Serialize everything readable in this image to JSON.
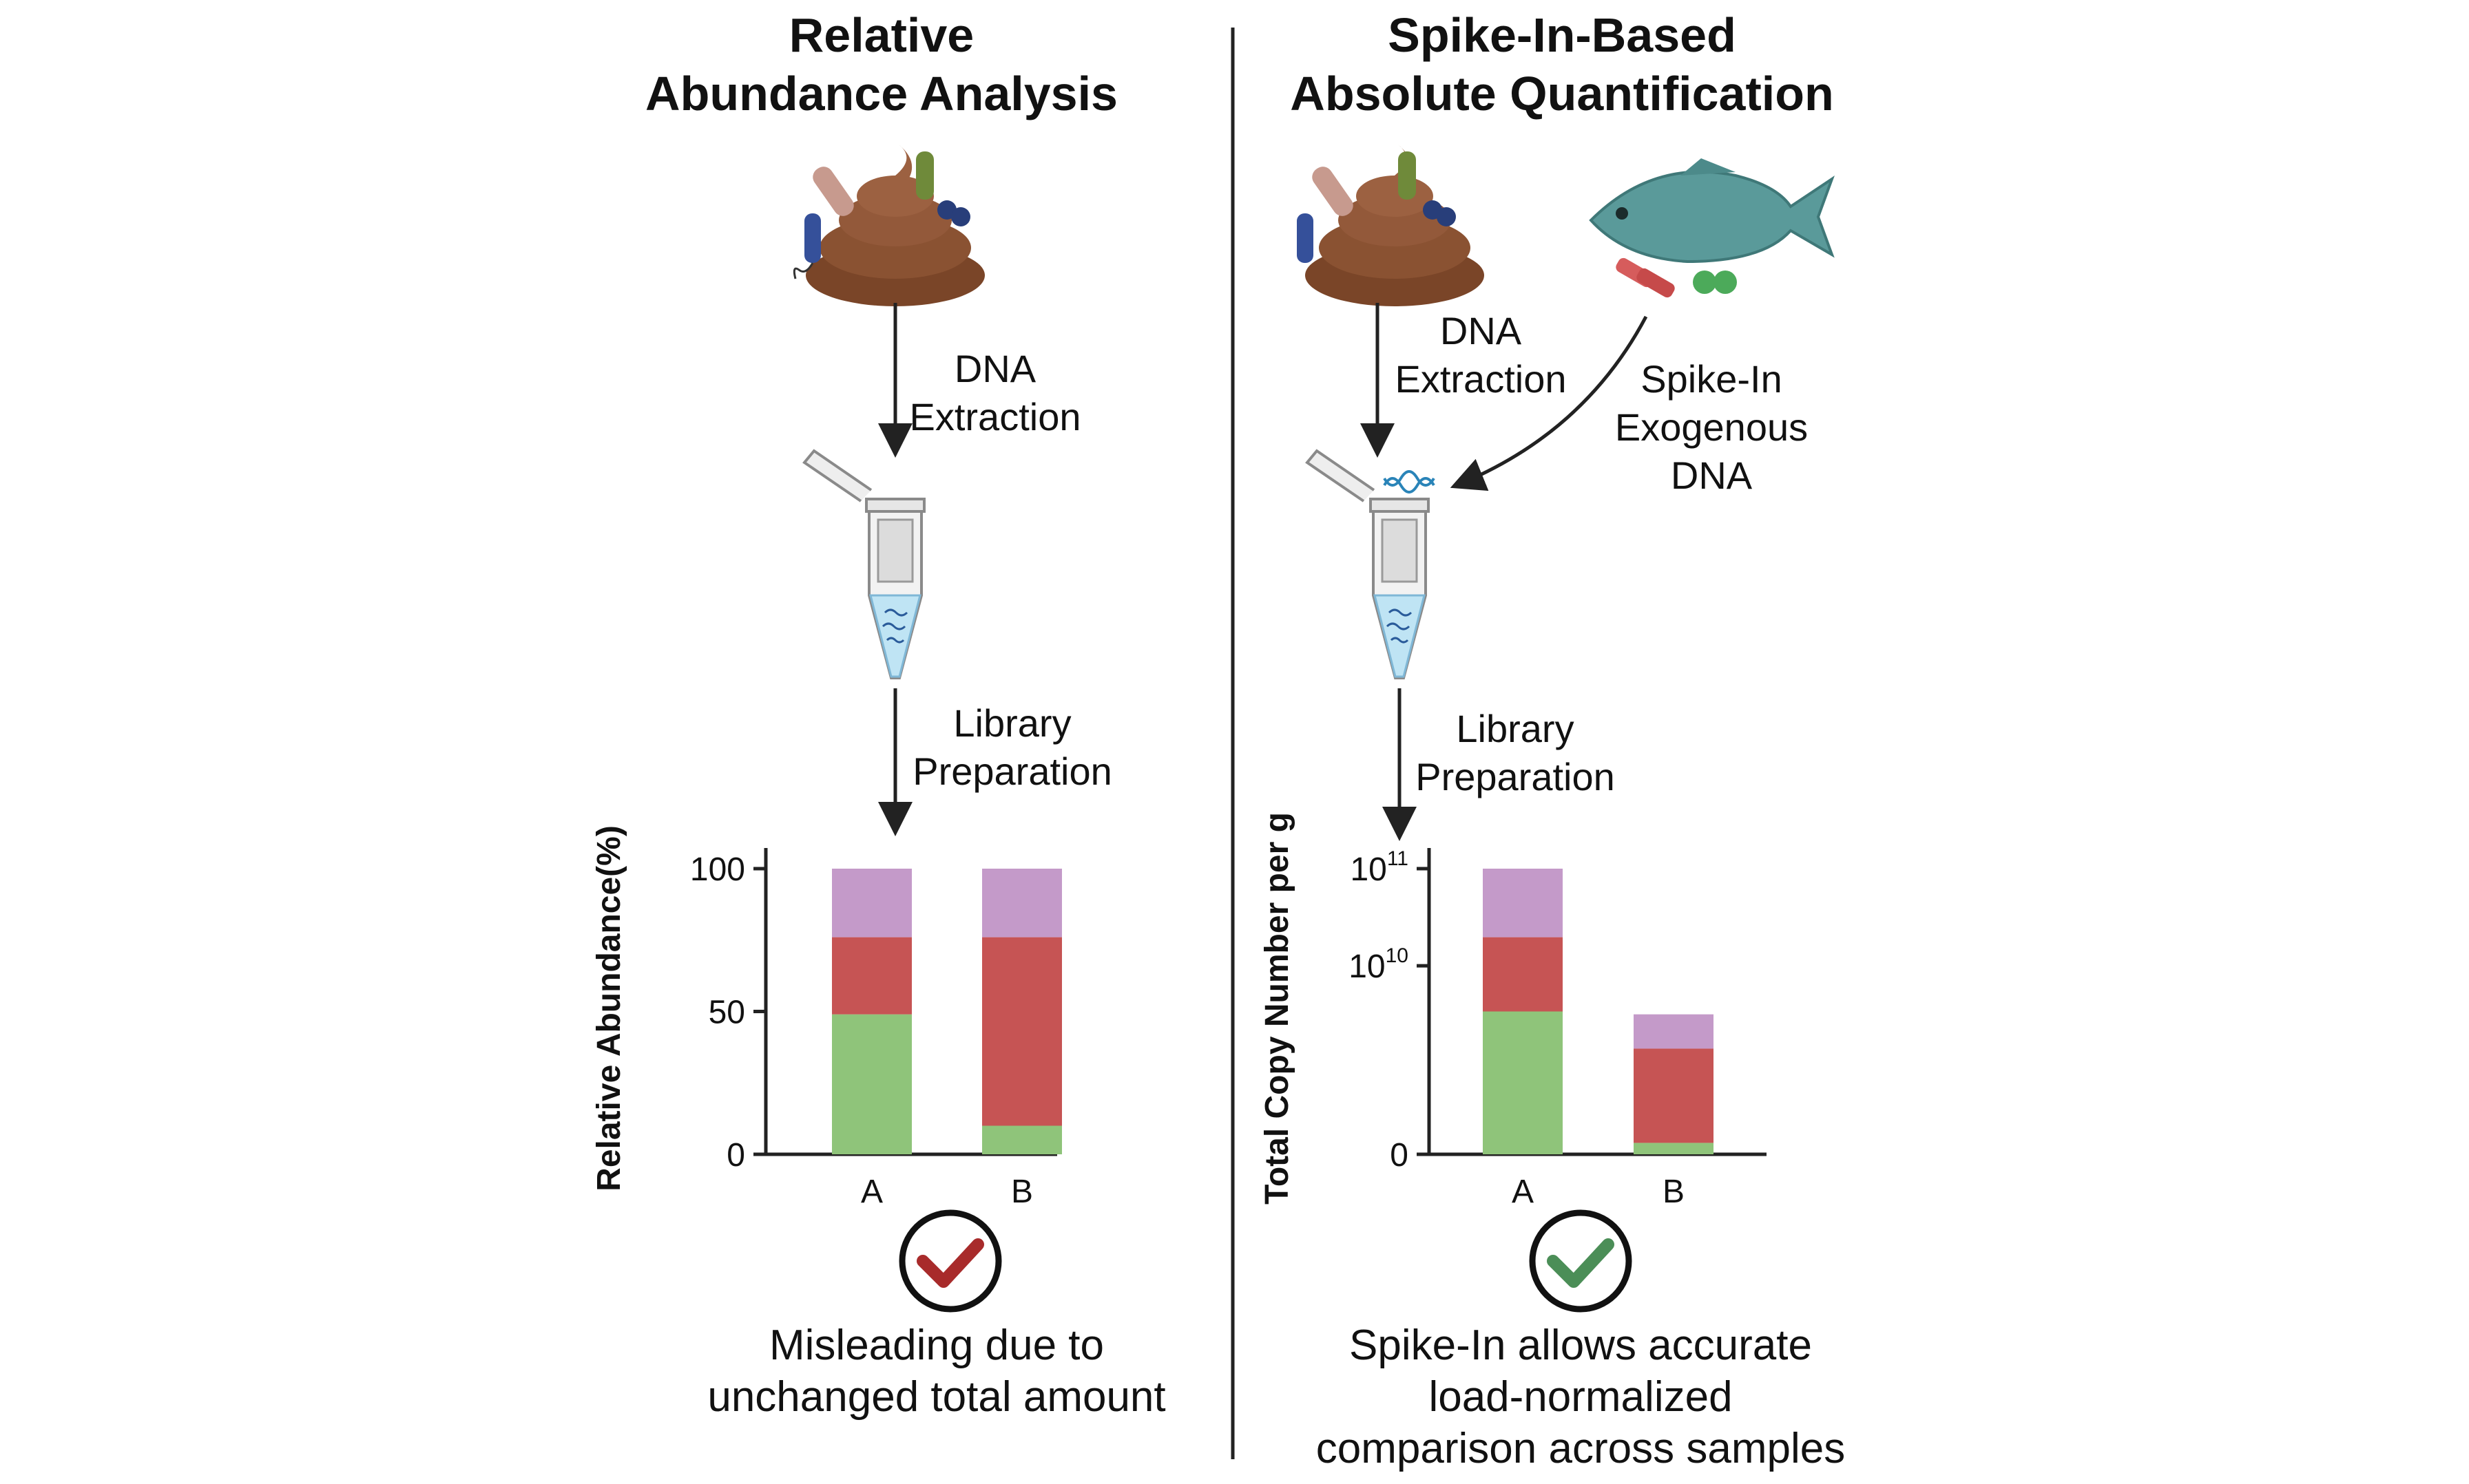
{
  "colors": {
    "green": "#8fc47a",
    "red": "#c65454",
    "purple": "#c49ac9",
    "check_red": "#a82b2b",
    "check_green": "#4b8e57",
    "arrow": "#222222",
    "poop": "#8a5232",
    "fish": "#5a9a9a",
    "tube_liquid": "#bfe4f4"
  },
  "left": {
    "title_lines": [
      "Relative",
      "Abundance Analysis"
    ],
    "step1": [
      "DNA",
      "Extraction"
    ],
    "step2": [
      "Library",
      "Preparation"
    ],
    "caption_lines": [
      "Misleading due to",
      "unchanged total amount"
    ],
    "icons": [
      "stool-sample-icon",
      "bacteria-icon",
      "microtube-icon",
      "checkmark-icon"
    ]
  },
  "right": {
    "title_lines": [
      "Spike-In-Based",
      "Absolute Quantification"
    ],
    "step1": [
      "DNA",
      "Extraction"
    ],
    "spike": [
      "Spike-In",
      "Exogenous",
      "DNA"
    ],
    "step2": [
      "Library",
      "Preparation"
    ],
    "caption_lines": [
      "Spike-In allows accurate",
      "load-normalized",
      "comparison across samples"
    ],
    "icons": [
      "stool-sample-icon",
      "fish-icon",
      "spike-cells-icon",
      "dna-icon",
      "microtube-icon",
      "checkmark-icon"
    ]
  },
  "chart_data": [
    {
      "type": "bar",
      "stacked": true,
      "categories": [
        "A",
        "B"
      ],
      "ylabel": "Relative Abundance(%)",
      "yticks": [
        "0",
        "50",
        "100"
      ],
      "ylim": [
        0,
        100
      ],
      "series": [
        {
          "color": "#8fc47a",
          "values": [
            49,
            10
          ]
        },
        {
          "color": "#c65454",
          "values": [
            27,
            66
          ]
        },
        {
          "color": "#c49ac9",
          "values": [
            24,
            24
          ]
        }
      ]
    },
    {
      "type": "bar",
      "stacked": true,
      "categories": [
        "A",
        "B"
      ],
      "ylabel": "Total Copy Number per g",
      "yticks": [
        {
          "label": "0",
          "value": 0
        },
        {
          "base": "10",
          "exp": "10",
          "value": 66
        },
        {
          "base": "10",
          "exp": "11",
          "value": 100
        }
      ],
      "ylim": [
        0,
        100
      ],
      "series": [
        {
          "color": "#8fc47a",
          "values": [
            50,
            4
          ]
        },
        {
          "color": "#c65454",
          "values": [
            26,
            33
          ]
        },
        {
          "color": "#c49ac9",
          "values": [
            24,
            12
          ]
        }
      ]
    }
  ]
}
